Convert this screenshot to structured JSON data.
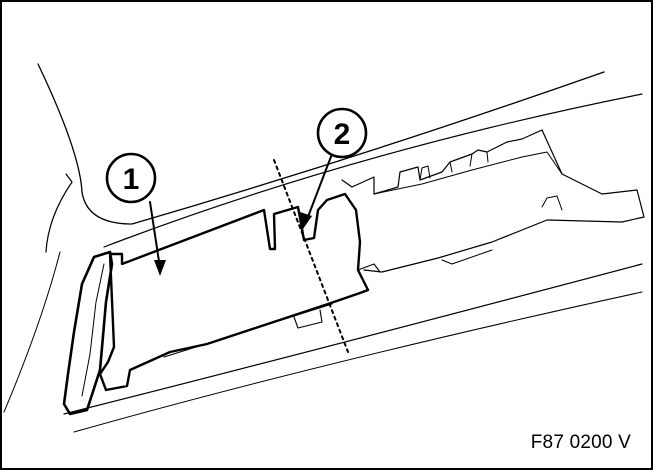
{
  "diagram": {
    "figure_code": "F87 0200 V",
    "callouts": [
      {
        "number": "1"
      },
      {
        "number": "2"
      }
    ]
  }
}
